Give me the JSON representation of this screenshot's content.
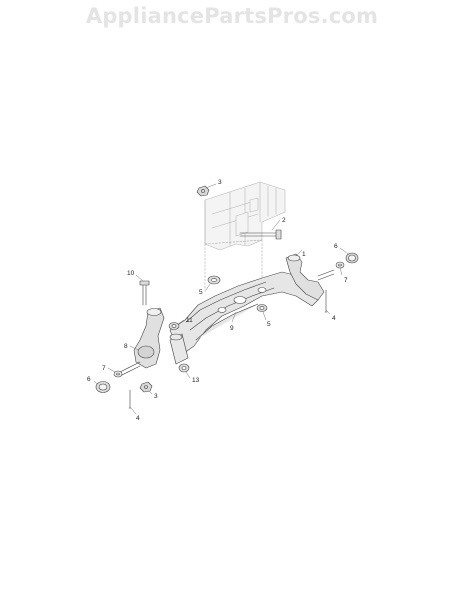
{
  "watermark": "AppliancePartsPros.com",
  "callouts": [
    {
      "id": "c3a",
      "text": "3"
    },
    {
      "id": "c2",
      "text": "2"
    },
    {
      "id": "c1",
      "text": "1"
    },
    {
      "id": "c6a",
      "text": "6"
    },
    {
      "id": "c7a",
      "text": "7"
    },
    {
      "id": "c10",
      "text": "10"
    },
    {
      "id": "c5a",
      "text": "5"
    },
    {
      "id": "c9",
      "text": "9"
    },
    {
      "id": "c5b",
      "text": "5"
    },
    {
      "id": "c4a",
      "text": "4"
    },
    {
      "id": "c11",
      "text": "11"
    },
    {
      "id": "c8",
      "text": "8"
    },
    {
      "id": "c7b",
      "text": "7"
    },
    {
      "id": "c6b",
      "text": "6"
    },
    {
      "id": "c13",
      "text": "13"
    },
    {
      "id": "c3b",
      "text": "3"
    },
    {
      "id": "c4b",
      "text": "4"
    }
  ]
}
